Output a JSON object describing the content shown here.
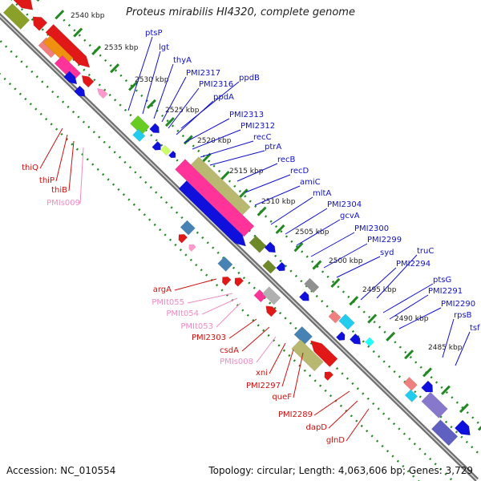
{
  "title": "Proteus mirabilis HI4320, complete genome",
  "footer": {
    "accession": "Accession: NC_010554",
    "summary": "Topology: circular; Length: 4,063,606 bp; Genes: 3,729"
  },
  "colors": {
    "forward_label": "#1010cc",
    "reverse_label": "#cc1010",
    "rna_label": "#f08cc0",
    "spine": "#909090",
    "tick": "#228822"
  },
  "kbp_ticks": [
    "2540 kbp",
    "2535 kbp",
    "2530 kbp",
    "2525 kbp",
    "2520 kbp",
    "2515 kbp",
    "2510 kbp",
    "2505 kbp",
    "2500 kbp",
    "2495 kbp",
    "2490 kbp",
    "2485 kbp"
  ],
  "upper_labels": [
    "ptsP",
    "lgt",
    "thyA",
    "PMI2317",
    "PMI2316",
    "ppdB",
    "ppdA",
    "PMI2313",
    "PMI2312",
    "recC",
    "ptrA",
    "recB",
    "recD",
    "amiC",
    "mltA",
    "PMI2304",
    "gcvA",
    "PMI2300",
    "PMI2299",
    "syd",
    "truC",
    "PMI2294",
    "ptsG",
    "PMI2291",
    "PMI2290",
    "rpsB",
    "tsf"
  ],
  "left_labels": [
    "thiQ",
    "thiP",
    "thiB",
    "PMIs009"
  ],
  "lower_labels": [
    "argA",
    "PMIt055",
    "PMIt054",
    "PMIt053",
    "PMI2303",
    "csdA",
    "PMIs008",
    "xni",
    "PMI2297",
    "queF",
    "PMI2289",
    "dapD",
    "glnD"
  ]
}
